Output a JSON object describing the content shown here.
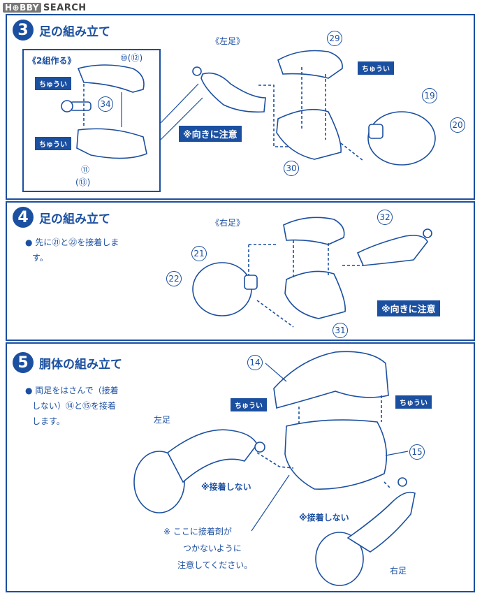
{
  "watermark": {
    "logo": "H⊕BBY",
    "text": "SEARCH"
  },
  "step3": {
    "number": "3",
    "title": "足の組み立て",
    "sub": "《左足》",
    "inset_label": "《2組作る》",
    "parts": {
      "p10_12": "⑩(⑫)",
      "p34": "34",
      "p11_13": "⑪",
      "p13": "(⑬)",
      "p29": "29",
      "p30": "30",
      "p19": "19",
      "p20": "20"
    },
    "warn": "※向きに注意",
    "chuui": "ちゅうい"
  },
  "step4": {
    "number": "4",
    "title": "足の組み立て",
    "sub": "《右足》",
    "note_line1": "● 先に㉑と㉒を接着しま",
    "note_line2": "す。",
    "parts": {
      "p21": "21",
      "p22": "22",
      "p31": "31",
      "p32": "32"
    },
    "warn": "※向きに注意"
  },
  "step5": {
    "number": "5",
    "title": "胴体の組み立て",
    "note_line1": "● 両足をはさんで（接着",
    "note_line2": "しない）⑭と⑮を接着",
    "note_line3": "します。",
    "parts": {
      "p14": "14",
      "p15": "15"
    },
    "left_leg": "左足",
    "right_leg": "右足",
    "no_glue_1": "※接着しない",
    "no_glue_2": "※接着しない",
    "caution_line1": "※ ここに接着剤が",
    "caution_line2": "つかないように",
    "caution_line3": "注意してください。",
    "chuui": "ちゅうい"
  },
  "colors": {
    "ink": "#1b4fa0",
    "paper": "#ffffff"
  }
}
